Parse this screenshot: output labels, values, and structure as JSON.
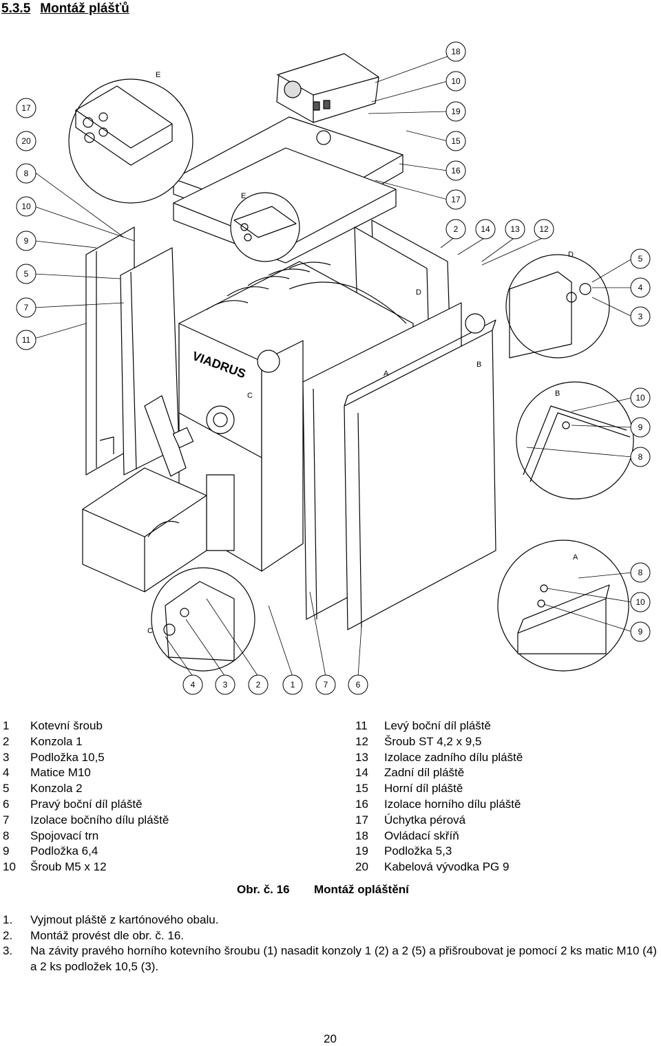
{
  "section": {
    "number": "5.3.5",
    "title": "Montáž plášťů"
  },
  "drawing": {
    "brand": "VIADRUS",
    "detail_letters": [
      "A",
      "B",
      "C",
      "D",
      "E"
    ],
    "callouts": {
      "top_right": [
        "18",
        "10",
        "19",
        "15",
        "16",
        "17"
      ],
      "detail_e": [
        "17",
        "20"
      ],
      "left": [
        "8",
        "10",
        "9",
        "5",
        "7",
        "11"
      ],
      "middle": [
        "2",
        "14",
        "13",
        "12"
      ],
      "detail_d": [
        "5",
        "4",
        "3"
      ],
      "detail_b": [
        "10",
        "9",
        "8"
      ],
      "detail_a": [
        "8",
        "10",
        "9"
      ],
      "bottom": [
        "4",
        "3",
        "2",
        "1",
        "7",
        "6"
      ]
    }
  },
  "legend": {
    "left": [
      {
        "n": "1",
        "label": "Kotevní šroub"
      },
      {
        "n": "2",
        "label": "Konzola 1"
      },
      {
        "n": "3",
        "label": "Podložka 10,5"
      },
      {
        "n": "4",
        "label": "Matice M10"
      },
      {
        "n": "5",
        "label": "Konzola 2"
      },
      {
        "n": "6",
        "label": "Pravý boční díl pláště"
      },
      {
        "n": "7",
        "label": "Izolace bočního dílu pláště"
      },
      {
        "n": "8",
        "label": "Spojovací trn"
      },
      {
        "n": "9",
        "label": "Podložka 6,4"
      },
      {
        "n": "10",
        "label": "Šroub M5 x 12"
      }
    ],
    "right": [
      {
        "n": "11",
        "label": "Levý boční díl pláště"
      },
      {
        "n": "12",
        "label": "Šroub ST 4,2 x 9,5"
      },
      {
        "n": "13",
        "label": "Izolace zadního dílu pláště"
      },
      {
        "n": "14",
        "label": "Zadní díl pláště"
      },
      {
        "n": "15",
        "label": "Horní díl pláště"
      },
      {
        "n": "16",
        "label": "Izolace horního dílu pláště"
      },
      {
        "n": "17",
        "label": "Úchytka pérová"
      },
      {
        "n": "18",
        "label": "Ovládací skříň"
      },
      {
        "n": "19",
        "label": "Podložka 5,3"
      },
      {
        "n": "20",
        "label": "Kabelová vývodka PG 9"
      }
    ]
  },
  "caption": {
    "label": "Obr. č. 16",
    "title": "Montáž opláštění"
  },
  "steps": [
    {
      "n": "1.",
      "text": "Vyjmout pláště z kartónového obalu."
    },
    {
      "n": "2.",
      "text": "Montáž provést dle obr. č. 16."
    },
    {
      "n": "3.",
      "text": "Na závity pravého horního kotevního šroubu (1) nasadit konzoly 1 (2) a 2 (5) a přišroubovat je pomocí 2 ks matic M10 (4) a 2 ks podložek 10,5 (3)."
    }
  ],
  "page_number": "20"
}
